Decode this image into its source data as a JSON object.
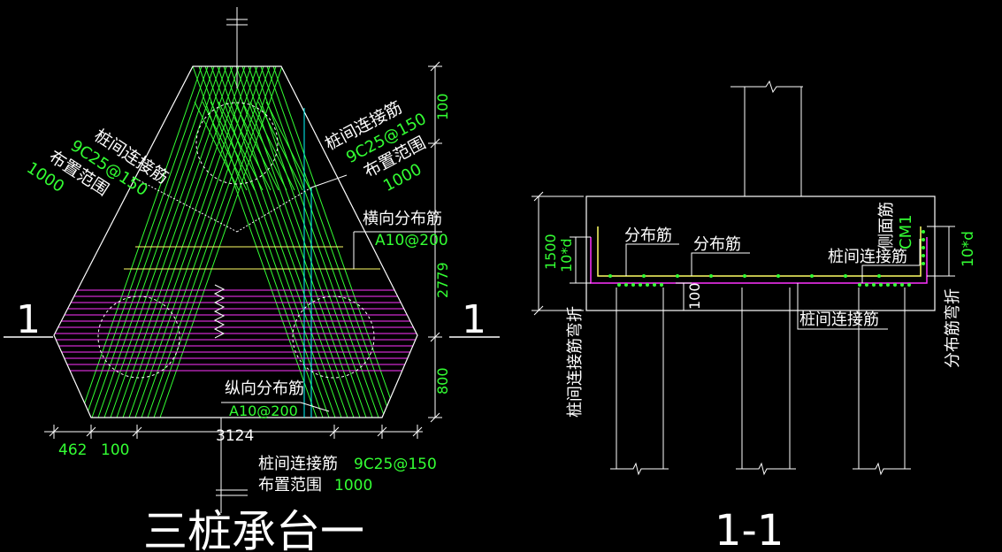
{
  "plan": {
    "title": "三桩承台一",
    "section_mark_left": "1",
    "section_mark_right": "1",
    "labels": {
      "upper_left_name": "桩间连接筋",
      "upper_left_rebar": "9C25@150",
      "upper_left_range_label": "布置范围",
      "upper_left_range_value": "1000",
      "upper_right_name": "桩间连接筋",
      "upper_right_rebar": "9C25@150",
      "upper_right_range_label": "布置范围",
      "upper_right_range_value": "1000",
      "transverse_name": "横向分布筋",
      "transverse_rebar": "A10@200",
      "longitudinal_name": "纵向分布筋",
      "longitudinal_rebar": "A10@200",
      "bottom_name": "桩间连接筋",
      "bottom_rebar": "9C25@150",
      "bottom_range_label": "布置范围",
      "bottom_range_value": "1000"
    },
    "dimensions": {
      "right_top": "100",
      "right_middle": "2779",
      "right_bottom": "800",
      "bottom_left": "462",
      "bottom_second": "100",
      "bottom_total": "3124"
    }
  },
  "section": {
    "title": "1-1",
    "labels": {
      "distribution_1": "分布筋",
      "distribution_2": "分布筋",
      "side_face": "侧面筋",
      "side_face_code": "CM1",
      "connection_top": "桩间连接筋",
      "connection_bottom": "桩间连接筋",
      "left_bend": "桩间连接筋弯折",
      "right_bend": "分布筋弯折"
    },
    "dimensions": {
      "height": "1500",
      "left_bend_length": "10*d",
      "cover": "100",
      "right_bend_length": "10*d"
    }
  },
  "colors": {
    "background": "#000000",
    "outline": "#ffffff",
    "rebar_green": "#33ff33",
    "rebar_magenta": "#ff33ff",
    "distribution_yellow": "#ffff66",
    "axis_cyan": "#00ffff",
    "dimension_text": "#33ff33"
  }
}
